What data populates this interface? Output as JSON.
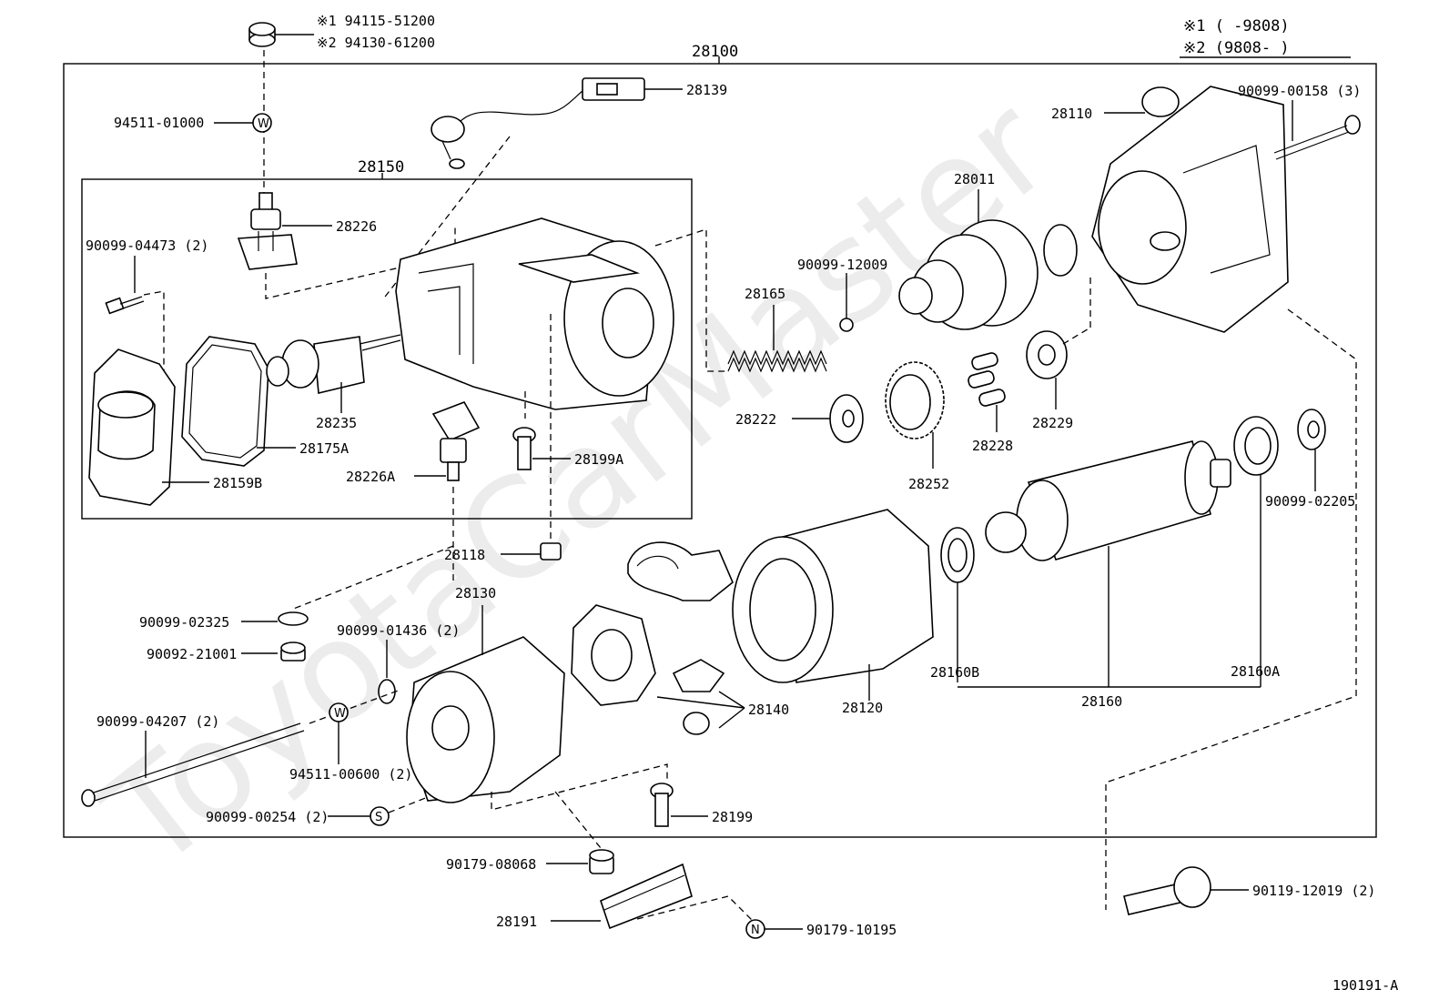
{
  "watermark": "ToyotaCarMaster",
  "figure_id": "190191-A",
  "legend": {
    "row1": "※1 (      -9808)",
    "row2": "※2 (9808-      )"
  },
  "top_ref": {
    "alt1": "※1  94115-51200",
    "alt2": "※2  94130-61200"
  },
  "assembly": {
    "main": "28100",
    "sub": "28150"
  },
  "symbols": {
    "w": "W",
    "s": "S",
    "n": "N"
  },
  "parts": {
    "p28139": "28139",
    "p94511_01000": "94511-01000",
    "p28226": "28226",
    "p90099_04473": "90099-04473 (2)",
    "p28235": "28235",
    "p28175A": "28175A",
    "p28159B": "28159B",
    "p28226A": "28226A",
    "p28199A": "28199A",
    "p28118": "28118",
    "p28110": "28110",
    "p90099_00158": "90099-00158 (3)",
    "p28011": "28011",
    "p90099_12009": "90099-12009",
    "p28165": "28165",
    "p28222": "28222",
    "p28252": "28252",
    "p28228": "28228",
    "p28229": "28229",
    "p90099_02205": "90099-02205",
    "p28160B": "28160B",
    "p28160": "28160",
    "p28160A": "28160A",
    "p28120": "28120",
    "p28140": "28140",
    "p28130": "28130",
    "p90099_02325": "90099-02325",
    "p90092_21001": "90092-21001",
    "p90099_01436": "90099-01436 (2)",
    "p90099_04207": "90099-04207 (2)",
    "p94511_00600": "94511-00600 (2)",
    "p90099_00254": "90099-00254 (2)",
    "p28199": "28199",
    "p90179_08068": "90179-08068",
    "p28191": "28191",
    "p90179_10195": "90179-10195",
    "p90119_12019": "90119-12019 (2)"
  }
}
